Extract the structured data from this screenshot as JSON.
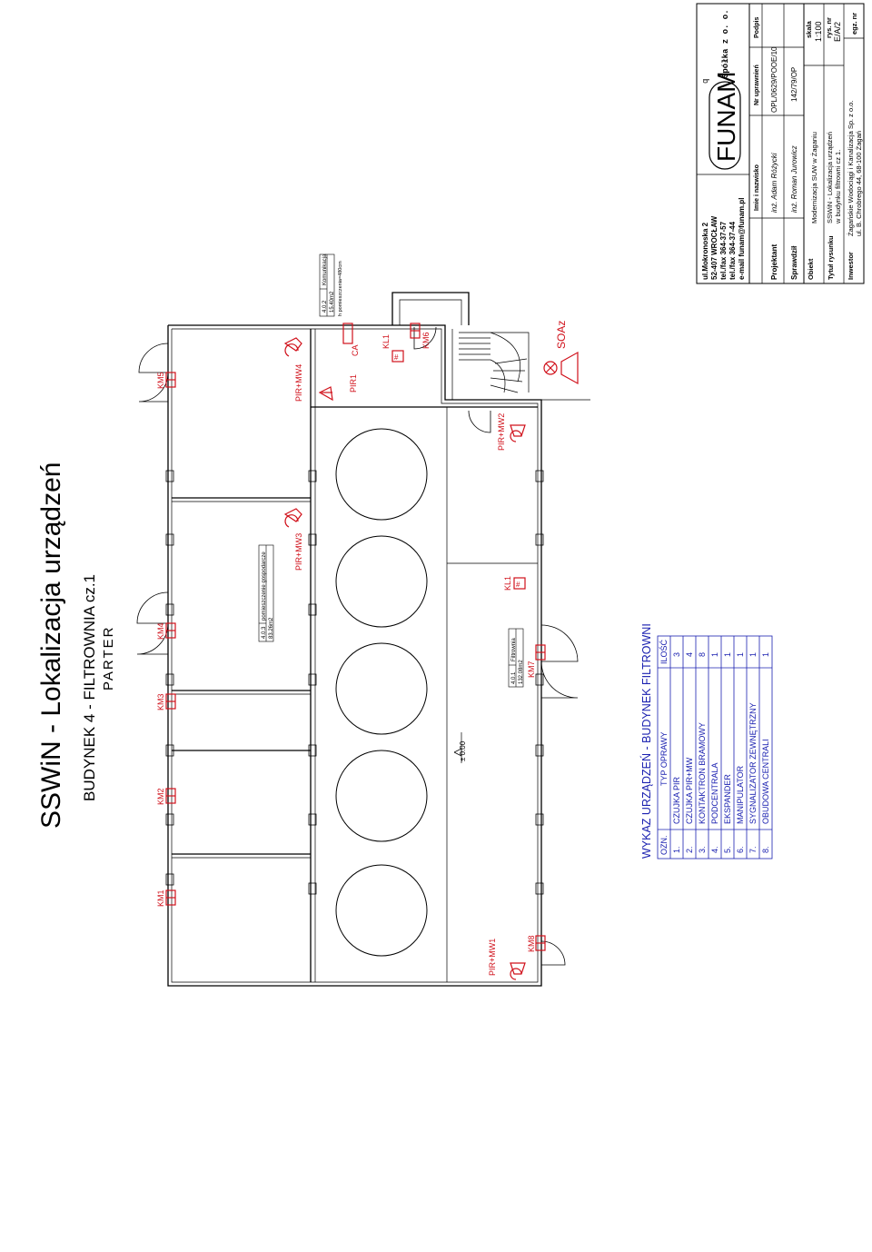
{
  "title": "SSWiN - Lokalizacja urządzeń",
  "subtitle": "BUDYNEK 4 - FILTROWNIA cz.1",
  "floor": "PARTER",
  "level_mark": "± 0.00",
  "rooms": [
    {
      "id": "4.0.1",
      "name": "Filtrownia",
      "area": "132.08m2"
    },
    {
      "id": "4.0.2",
      "name": "Komunikacja",
      "area": "15.40m2",
      "note": "h pomieszczenia=480cm"
    },
    {
      "id": "4.0.3",
      "name": "pomieszczenie gospodarcze",
      "area": "83.26m2"
    }
  ],
  "devices": {
    "KM1": "KM1",
    "KM2": "KM2",
    "KM3": "KM3",
    "KM4": "KM4",
    "KM5": "KM5",
    "KM6": "KM6",
    "KM7": "KM7",
    "KM8": "KM8",
    "PIR_MW1": "PIR+MW1",
    "PIR_MW2": "PIR+MW2",
    "PIR_MW3": "PIR+MW3",
    "PIR_MW4": "PIR+MW4",
    "PIR1": "PIR1",
    "CA": "CA",
    "KL1_a": "KL1",
    "KL1_b": "KL1",
    "SOAz": "SOAz"
  },
  "legend": {
    "title": "WYKAZ URZĄDZEŃ - BUDYNEK FILTROWNI",
    "headers": [
      "OZN.",
      "TYP OPRAWY",
      "ILOŚĆ"
    ],
    "rows": [
      [
        "1.",
        "CZUJKA PIR",
        "3"
      ],
      [
        "2.",
        "CZUJKA PIR+MW",
        "4"
      ],
      [
        "3.",
        "KONTAKTRON BRAMOWY",
        "8"
      ],
      [
        "4.",
        "PODCENTRALA",
        "1"
      ],
      [
        "5.",
        "EKSPANDER",
        "1"
      ],
      [
        "6.",
        "MANIPULATOR",
        "1"
      ],
      [
        "7.",
        "SYGNALIZATOR ZEWNĘTRZNY",
        "1"
      ],
      [
        "8.",
        "OBUDOWA CENTRALI",
        "1"
      ]
    ]
  },
  "titleblock": {
    "address": [
      "ul.Mokronoska 2",
      "52-407  WROCŁAW",
      "tel./fax  364-37-57",
      "tel./fax  364-37-44",
      "e-mail  funam@funam.pl"
    ],
    "logo": "FUNAM",
    "logo_q": "q",
    "company": "Spółka z o. o.",
    "col_name": "Imie i nazwisko",
    "col_permit": "Nr uprawnień",
    "col_sign": "Podpis",
    "designer_label": "Projektant",
    "designer": "inż. Adam Różycki",
    "designer_permit": "OPL/0629/POOE/10",
    "checker_label": "Sprawdził",
    "checker": "inż. Roman Jurowicz",
    "checker_permit": "142/79/OP",
    "object_label": "Obiekt",
    "object": "Modernizacja SUW w Żaganiu",
    "scale_label": "skala",
    "scale": "1:100",
    "title_label": "Tytuł rysunku",
    "title_line1": "SSWiN - Lokalizacja urządzeń",
    "title_line2": "w budynku filtrowni cz 1.",
    "drawing_no_label": "rys. nr",
    "drawing_no": "E/A/2",
    "investor_label": "Inwestor",
    "investor_line1": "Żagańskie Wodociągi i Kanalizacja Sp. z o.o.",
    "investor_line2": "ul. B. Chrobrego 44, 68-100 Żagań",
    "copy_label": "egz. nr"
  },
  "colors": {
    "device": "#d0101a",
    "wall": "#000000",
    "paper": "#ffffff"
  }
}
